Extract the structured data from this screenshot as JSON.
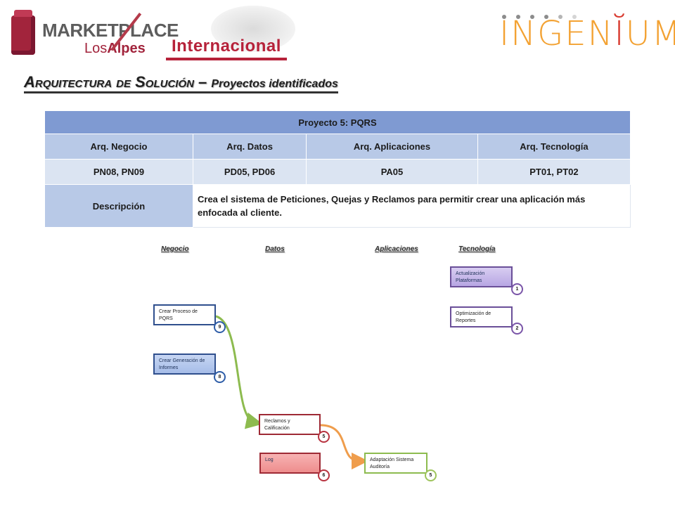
{
  "header": {
    "brand_main": "MARKETPLACE",
    "brand_sub_a": "Los",
    "brand_sub_b": "Alpes",
    "brand_tag": "Internacional",
    "partner_a": "INGEN",
    "partner_b": "Ĭ",
    "partner_c": "UM"
  },
  "title": {
    "main": "Arquitectura de Solución – ",
    "sub": "Proyectos identificados"
  },
  "table": {
    "project": "Proyecto 5: PQRS",
    "columns": [
      "Arq. Negocio",
      "Arq. Datos",
      "Arq. Aplicaciones",
      "Arq. Tecnología"
    ],
    "codes": [
      "PN08, PN09",
      "PD05, PD06",
      "PA05",
      "PT01, PT02"
    ],
    "desc_label": "Descripción",
    "desc_text": "Crea el sistema de Peticiones, Quejas y Reclamos para permitir crear una aplicación más enfocada al cliente."
  },
  "diagram": {
    "columns": [
      "Negocio",
      "Datos",
      "Aplicaciones",
      "Tecnología"
    ],
    "nodes": [
      {
        "label": "Actualización Plataformas",
        "badge": "1",
        "color": "purple",
        "filled": true
      },
      {
        "label": "Optimización de Reportes",
        "badge": "2",
        "color": "purple",
        "filled": false
      },
      {
        "label": "Crear Proceso de PQRS",
        "badge": "9",
        "color": "blue",
        "filled": false
      },
      {
        "label": "Crear Generación de Informes",
        "badge": "8",
        "color": "blue",
        "filled": true
      },
      {
        "label": "Reclamos y Calificación",
        "badge": "5",
        "color": "red",
        "filled": false
      },
      {
        "label": "Log",
        "badge": "6",
        "color": "red",
        "filled": true
      },
      {
        "label": "Adaptación Sistema Auditoría",
        "badge": "5",
        "color": "green",
        "filled": false
      }
    ],
    "colors": {
      "blue": "#2f4f8d",
      "purple": "#6a4f98",
      "red": "#9e2a35",
      "green": "#8dbb4f",
      "orange": "#ef9d4c"
    }
  }
}
